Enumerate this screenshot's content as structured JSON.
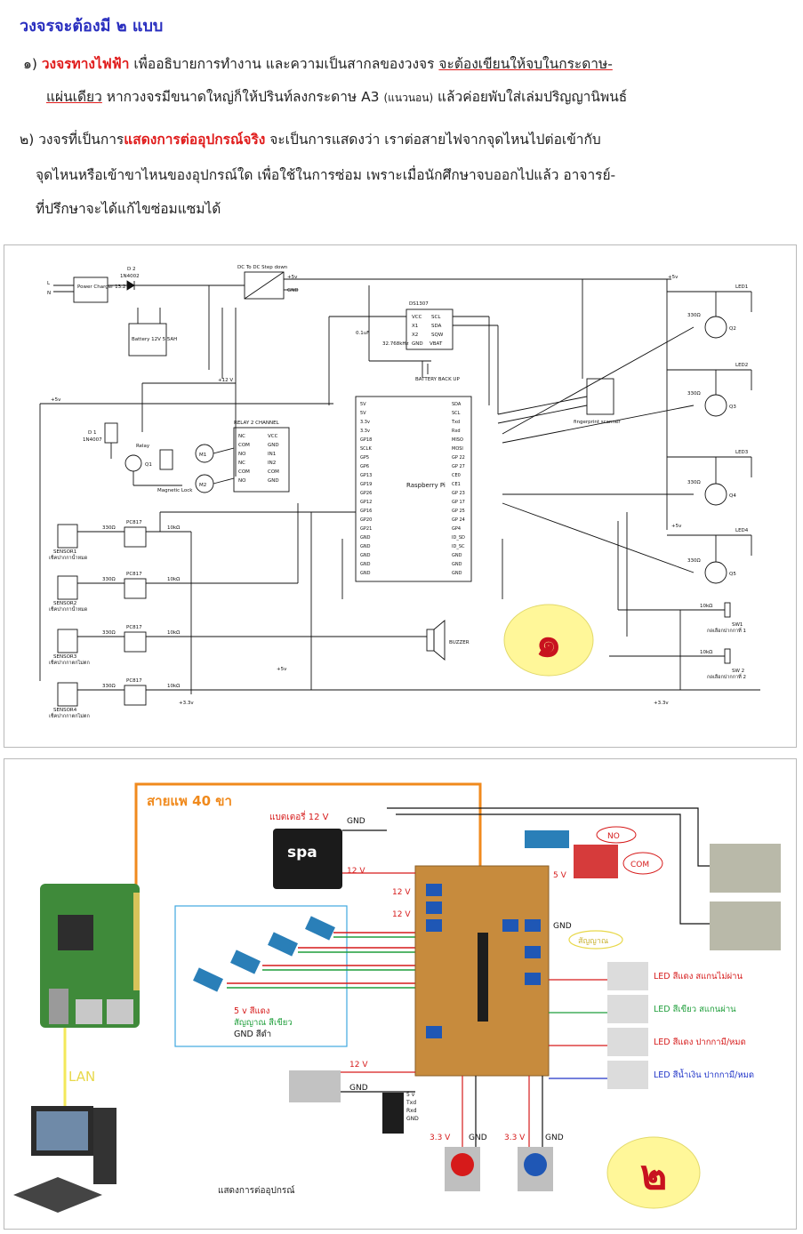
{
  "heading": "วงจรจะต้องมี ๒ แบบ",
  "item1": {
    "num": "๑)",
    "highlight": "วงจรทางไฟฟ้า",
    "text_a": " เพื่ออธิบายการทำงาน และความเป็นสากลของวงจร ",
    "underline": "จะต้องเขียนให้จบในกระดาษ-",
    "line2_underline": "แผ่นเดียว",
    "line2_text": " หากวงจรมีขนาดใหญ่ก็ให้ปรินท์ลงกระดาษ A3 ",
    "line2_small": "(แนวนอน)",
    "line2_end": " แล้วค่อยพับใส่เล่มปริญญานิพนธ์"
  },
  "item2": {
    "num": "๒)",
    "text_a": " วงจรที่เป็นการ",
    "highlight": "แสดงการต่ออุปกรณ์จริง",
    "text_b": " จะเป็นการแสดงว่า เราต่อสายไฟจากจุดไหนไปต่อเข้ากับ",
    "line2": "จุดไหนหรือเข้าขาไหนของอุปกรณ์ใด  เพื่อใช้ในการซ่อม เพราะเมื่อนักศึกษาจบออกไปแล้ว อาจารย์-",
    "line3": "ที่ปรึกษาจะได้แก้ไขซ่อมแซมได้"
  },
  "schematic": {
    "badge": "๑",
    "labels": {
      "L": "L",
      "N": "N",
      "power_charger": "Power Charger 13.2",
      "d2": "D 2",
      "d2_part": "1N4002",
      "dcdc": "DC To DC Step down",
      "plus5v": "+5v",
      "gnd": "GND",
      "battery": "Battery 12V 5.5AH",
      "ds1307": "DS1307",
      "ds_pins": [
        "VCC",
        "SCL",
        "X1",
        "SDA",
        "X2",
        "SQW",
        "GND",
        "VBAT"
      ],
      "crystal": "32.768kHz",
      "cap": "0.1uF",
      "battery_backup": "BATTERY BACK UP",
      "v12": "+12 V",
      "v5": "+5v",
      "v33": "+3.3v",
      "d1": "D 1",
      "d1_part": "1N4007",
      "relay": "Relay",
      "q1": "Q1",
      "magnetic_lock": "Magnetic Lock",
      "relay_ch": "RELAY 2 CHANNEL",
      "relay_pins_left": [
        "NC",
        "COM",
        "NO",
        "NC",
        "COM",
        "NO"
      ],
      "relay_pins_right": [
        "VCC",
        "GND",
        "IN1",
        "IN2",
        "COM",
        "GND"
      ],
      "m1": "M1",
      "m2": "M2",
      "rpi": "Raspberry Pi",
      "rpi_left": [
        "5V",
        "5V",
        "3.3v",
        "3.3v",
        "GP18",
        "SCLK",
        "GP5",
        "GP6",
        "GP13",
        "GP19",
        "GP26",
        "GP12",
        "GP16",
        "GP20",
        "GP21",
        "GND",
        "GND",
        "GND",
        "GND",
        "GND"
      ],
      "rpi_right": [
        "SDA",
        "SCL",
        "Txd",
        "Rxd",
        "MISO",
        "MOSI",
        "GP 22",
        "GP 27",
        "CE0",
        "CE1",
        "GP 23",
        "GP 17",
        "GP 25",
        "GP 24",
        "GP4",
        "ID_SD",
        "ID_SC",
        "GND",
        "GND",
        "GND"
      ],
      "fingerprint": "fingerprint scanner",
      "sensors": [
        "SENSOR1",
        "SENSOR2",
        "SENSOR3",
        "SENSOR4"
      ],
      "sensor_desc": [
        "เช็คปากกาน้ำหมด",
        "เช็คปากกาน้ำหมด",
        "เช็คปากกาตกไม่ตก",
        "เช็คปากกาตกไม่ตก"
      ],
      "pc817": "PC817",
      "r330": "330Ω",
      "r10k": "10kΩ",
      "buzzer": "BUZZER",
      "transistors": [
        "Q2",
        "Q3",
        "Q4",
        "Q5"
      ],
      "leds": [
        "LED1",
        "LED2",
        "LED3",
        "LED4"
      ],
      "sw1": "SW1",
      "sw1_desc": "กดเลือกปากกาที่ 1",
      "sw2": "SW 2",
      "sw2_desc": "กดเลือกปากกาที่ 2"
    }
  },
  "wiring": {
    "badge": "๒",
    "ribbon": "สายแพ 40 ขา",
    "battery": "แบตเตอรี่ 12 V",
    "battery_brand": "spa",
    "gnd": "GND",
    "v12": "12 V",
    "v5": "5 V",
    "v33": "3.3 V",
    "no": "NO",
    "com": "COM",
    "signal": "สัญญาณ",
    "sensor_legend": [
      "5 v สีแดง",
      "สัญญาณ สีเขียว",
      "GND สีดำ"
    ],
    "led_labels": [
      "LED สีแดง สแกนไม่ผ่าน",
      "LED สีเขียว สแกนผ่าน",
      "LED สีแดง ปากกามี/หมด",
      "LED สีน้ำเงิน ปากกามี/หมด"
    ],
    "fp_pins": [
      "5 v",
      "Txd",
      "Rxd",
      "GND"
    ],
    "lan": "LAN",
    "caption": "แสดงการต่ออุปกรณ์"
  },
  "colors": {
    "heading": "#2a2fbf",
    "highlight": "#e01b1b",
    "badge_fill": "#fff799",
    "badge_text": "#c8121f",
    "ribbon": "#f08a1d"
  }
}
